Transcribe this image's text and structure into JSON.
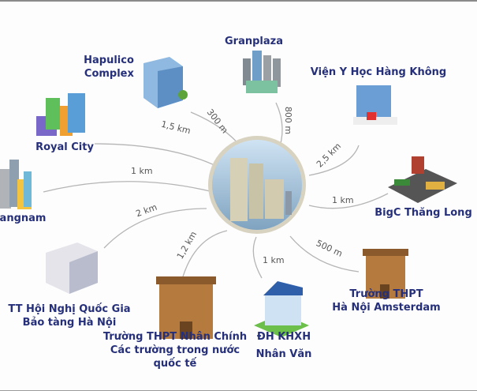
{
  "center": {
    "name": "project-tower"
  },
  "places": {
    "granplaza": {
      "label": "Granplaza",
      "distance": "800 m"
    },
    "hapulico": {
      "label1": "Hapulico",
      "label2": "Complex",
      "distance": "300 m"
    },
    "vien_y_hoc": {
      "label": "Viện Y Học Hàng Không",
      "distance": "2,5 km"
    },
    "royal_city": {
      "label": "Royal City",
      "distance": "1,5 km"
    },
    "gangnam": {
      "label": "angnam",
      "distance": "1 km"
    },
    "bigc": {
      "label": "BigC Thăng Long",
      "distance": "1 km"
    },
    "hoi_nghi": {
      "label1": "TT Hội Nghị Quốc Gia",
      "label2": "Bảo tàng Hà Nội",
      "distance": "2 km"
    },
    "nhan_chinh": {
      "label1": "Trường THPT Nhân Chính",
      "label2": "Các trường trong nước",
      "label3": "quốc tế",
      "distance": "1,2 km"
    },
    "khxh": {
      "label1": "ĐH KHXH",
      "label2": "Nhân Văn",
      "distance": "1 km"
    },
    "amsterdam": {
      "label1": "Trường THPT",
      "label2": "Hà Nội Amsterdam",
      "distance": "500 m"
    }
  },
  "colors": {
    "label": "#26307a",
    "line": "#b5b5b5",
    "ring": "#c8c2b0"
  }
}
